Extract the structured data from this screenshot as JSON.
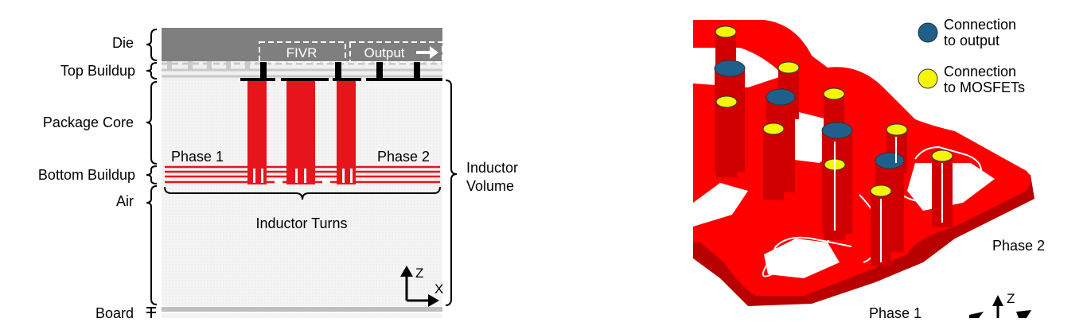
{
  "cross_section": {
    "layer_labels": {
      "die": "Die",
      "top_buildup": "Top Buildup",
      "package_core": "Package Core",
      "bottom_buildup": "Bottom Buildup",
      "air": "Air",
      "board": "Board"
    },
    "box_labels": {
      "fivr": "FIVR",
      "output": "Output"
    },
    "phase_labels": {
      "phase1": "Phase 1",
      "phase2": "Phase 2"
    },
    "inductor_turns_label": "Inductor Turns",
    "inductor_volume_label": [
      "Inductor",
      "Volume"
    ],
    "axes": {
      "z": "Z",
      "x": "X"
    },
    "colors": {
      "die": "#7f7f7f",
      "conductor": "#e8141c",
      "board": "#bfbfbf",
      "buildup": "#c9c9c9"
    }
  },
  "view_3d": {
    "legend": [
      {
        "marker_color": "#1f5f8b",
        "lines": [
          "Connection",
          "to output"
        ]
      },
      {
        "marker_color": "#f5f50a",
        "lines": [
          "Connection",
          "to MOSFETs"
        ]
      }
    ],
    "phase_labels": {
      "phase1": "Phase 1",
      "phase2": "Phase 2"
    },
    "axes": {
      "z": "Z"
    },
    "colors": {
      "inductor": "#ff0000",
      "inductor_dark": "#b80000",
      "output": "#1f5f8b",
      "mosfet": "#f5f50a"
    }
  }
}
